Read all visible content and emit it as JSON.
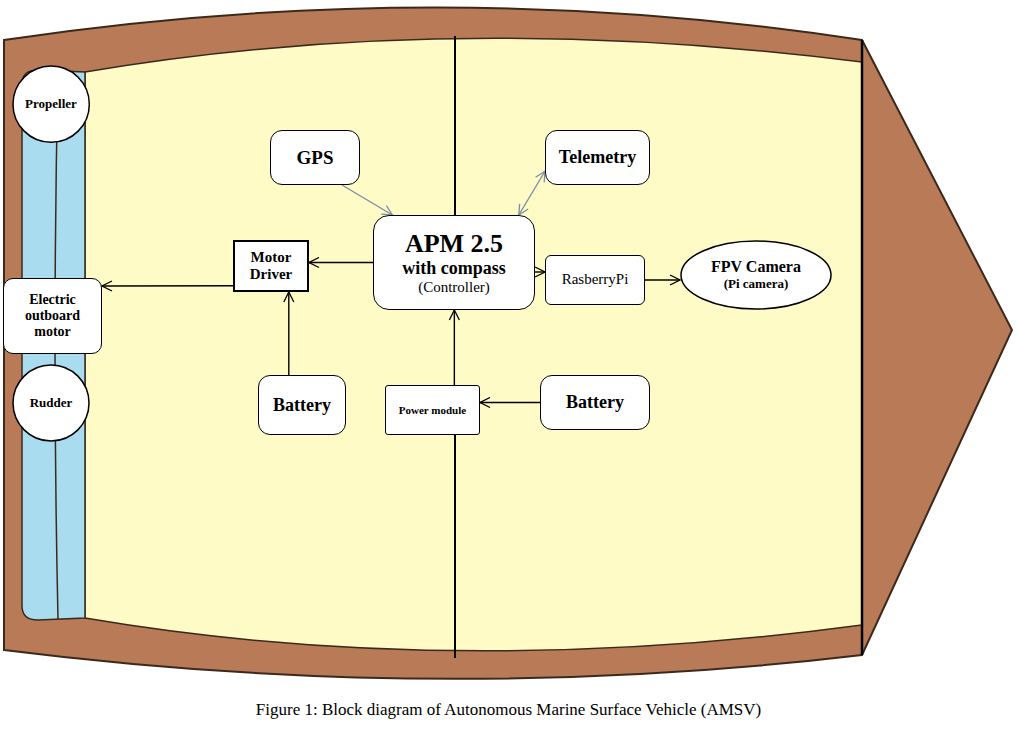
{
  "diagram": {
    "caption": "Figure 1: Block diagram of Autonomous Marine Surface Vehicle (AMSV)",
    "nodes": [
      {
        "text": [
          "Propeller"
        ]
      },
      {
        "text": [
          "Electric outboard motor"
        ]
      },
      {
        "text": [
          "Rudder"
        ]
      },
      {
        "text": [
          "GPS"
        ]
      },
      {
        "text": [
          "Telemetry"
        ]
      },
      {
        "text": [
          "Motor Driver"
        ]
      },
      {
        "text": [
          "APM 2.5",
          "with compass",
          "(Controller)"
        ]
      },
      {
        "text": [
          "RasberryPi"
        ]
      },
      {
        "text": [
          "FPV Camera",
          "(Pi camera)"
        ]
      },
      {
        "text": [
          "Battery"
        ]
      },
      {
        "text": [
          "Power module"
        ]
      },
      {
        "text": [
          "Battery"
        ]
      }
    ],
    "edges": [
      {
        "from": 3,
        "to": 6,
        "arrow": "to"
      },
      {
        "from": 6,
        "to": 4,
        "arrow": "both"
      },
      {
        "from": 6,
        "to": 5,
        "arrow": "to"
      },
      {
        "from": 5,
        "to": 1,
        "arrow": "to"
      },
      {
        "from": 6,
        "to": 7,
        "arrow": "to"
      },
      {
        "from": 7,
        "to": 8,
        "arrow": "to"
      },
      {
        "from": 9,
        "to": 5,
        "arrow": "to"
      },
      {
        "from": 10,
        "to": 6,
        "arrow": "to"
      },
      {
        "from": 11,
        "to": 10,
        "arrow": "to"
      }
    ]
  }
}
